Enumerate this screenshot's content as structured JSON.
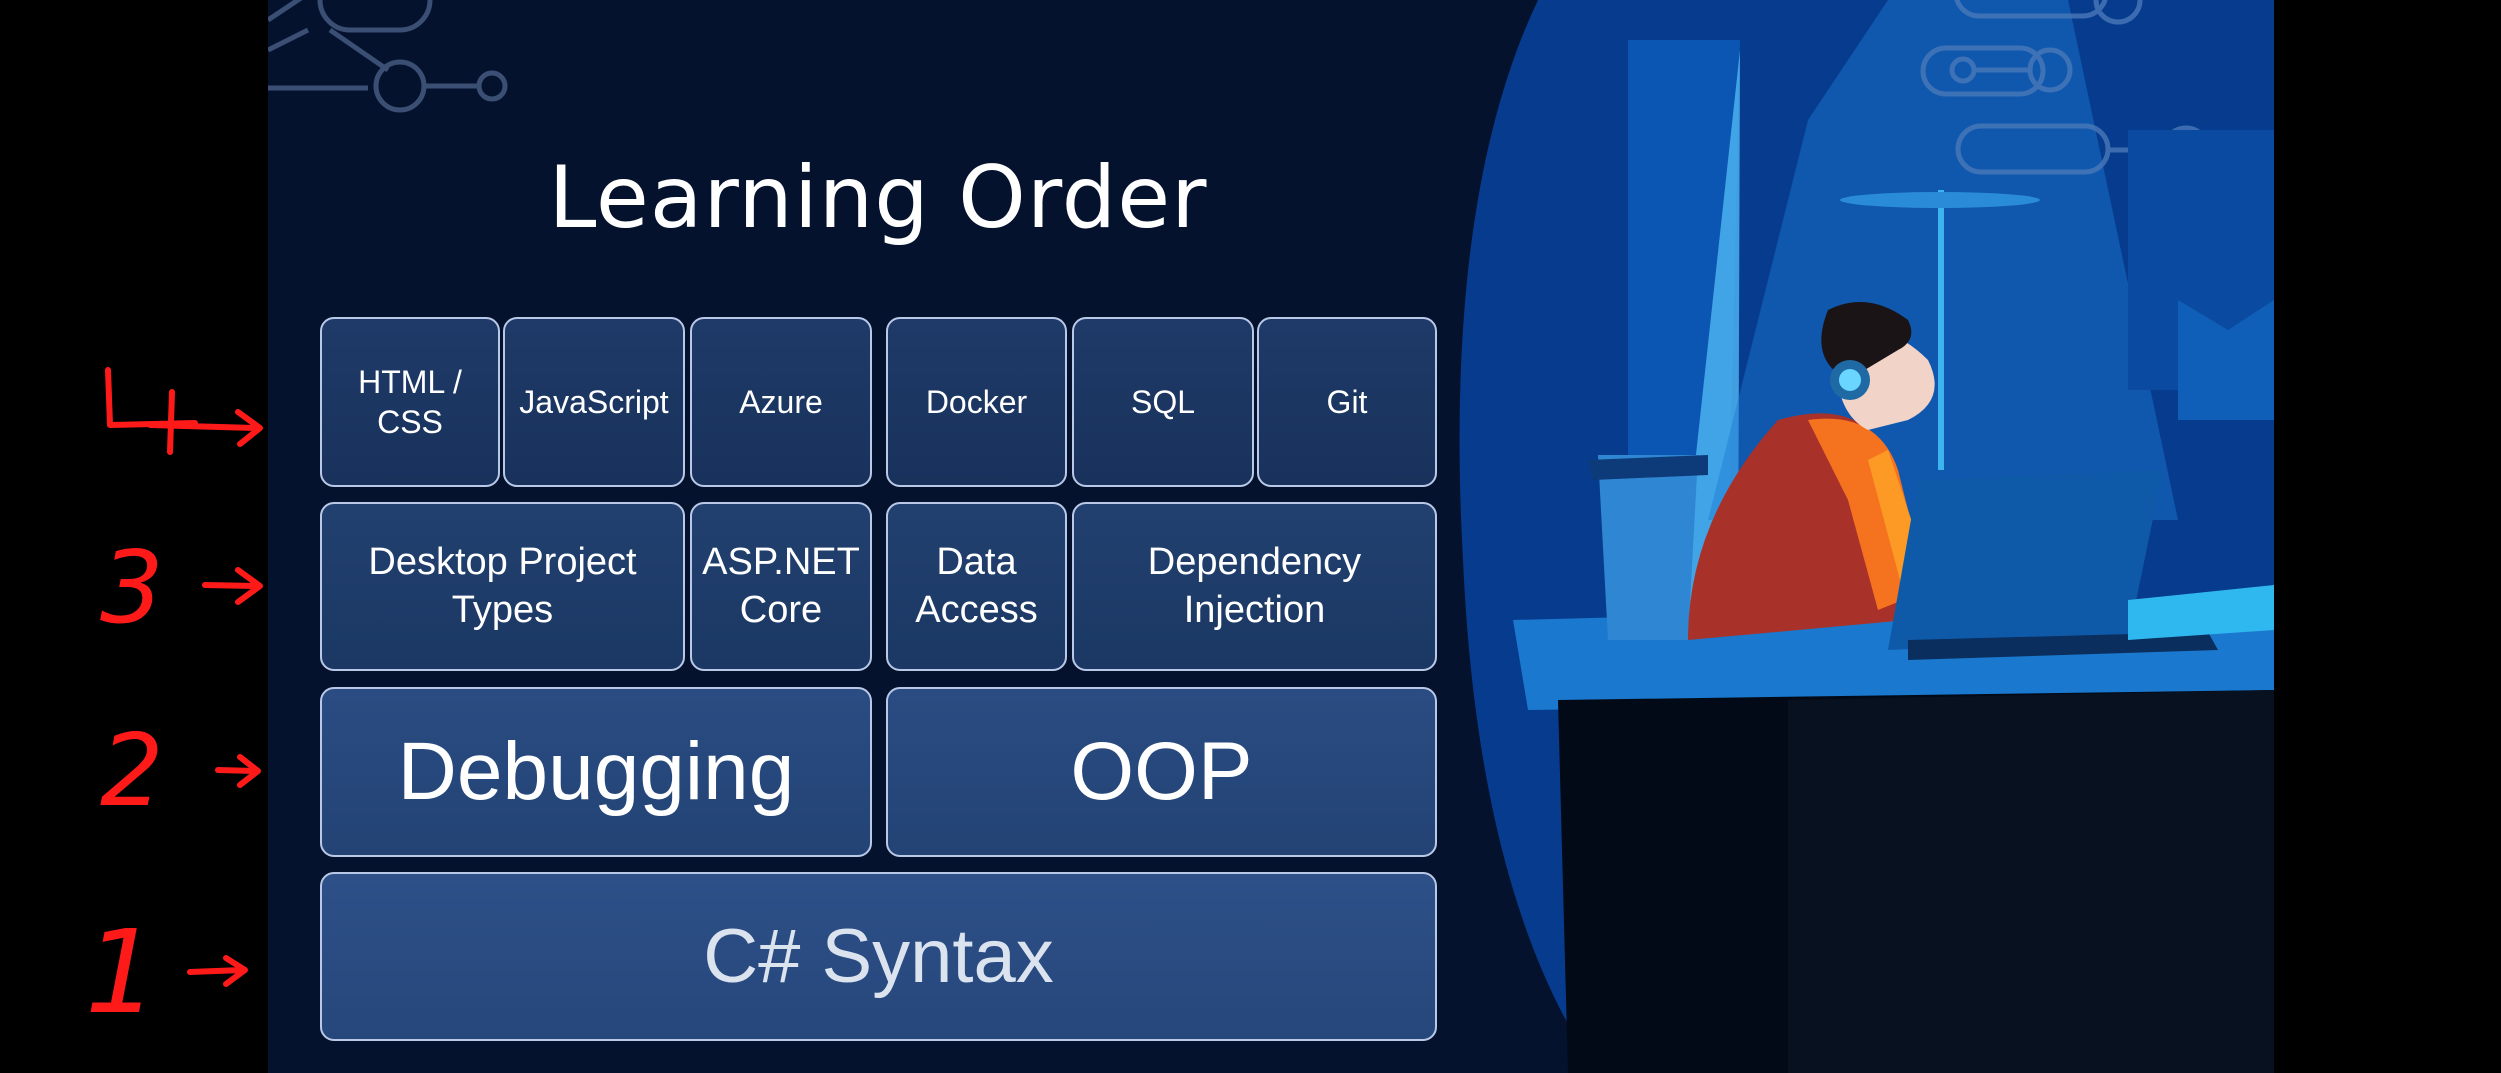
{
  "title": "Learning Order",
  "rows": {
    "row4": [
      "HTML /\nCSS",
      "JavaScript",
      "Azure",
      "Docker",
      "SQL",
      "Git"
    ],
    "row3": [
      "Desktop Project\nTypes",
      "ASP.NET\nCore",
      "Data\nAccess",
      "Dependency\nInjection"
    ],
    "row2": [
      "Debugging",
      "OOP"
    ],
    "row1": [
      "C# Syntax"
    ]
  },
  "annotations": [
    "4",
    "3",
    "2",
    "1"
  ],
  "colors": {
    "annotation": "#ff1a1a",
    "background": "#04122e",
    "box_border": "#b9c8e6"
  }
}
